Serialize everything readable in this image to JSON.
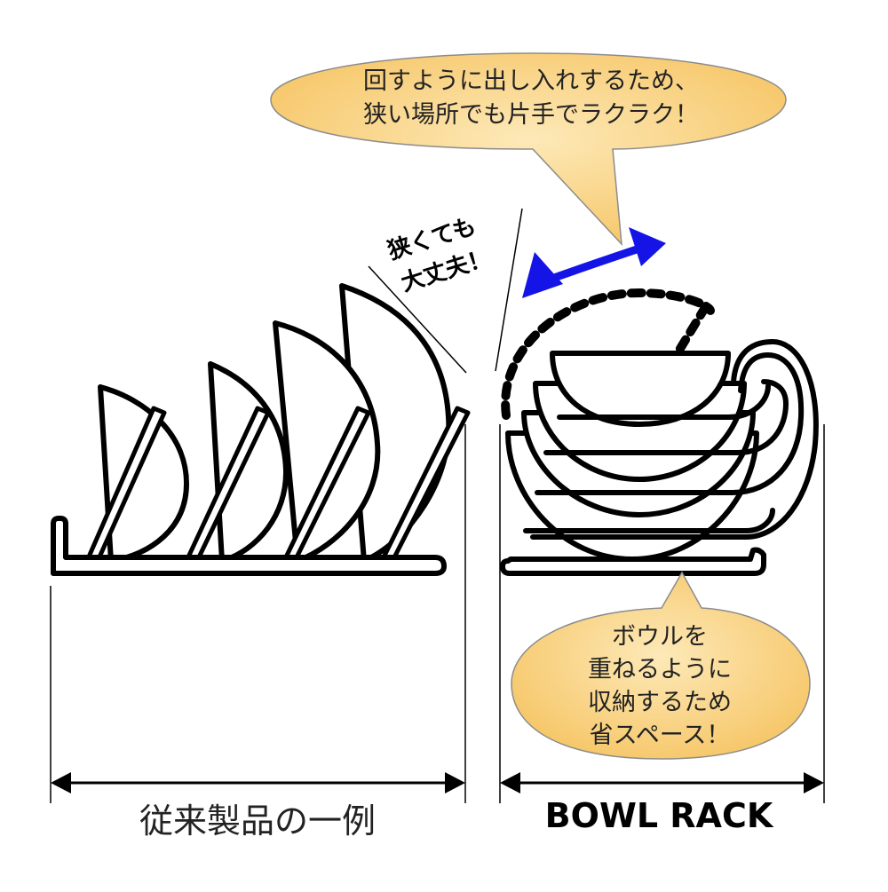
{
  "callout_top": {
    "line1": "回すように出し入れするため、",
    "line2": "狭い場所でも片手でラクラク！"
  },
  "narrow_label": {
    "line1": "狭くても",
    "line2": "大丈夫！"
  },
  "callout_bottom": {
    "line1": "ボウルを",
    "line2": "重ねるように",
    "line3": "収納するため",
    "line4": "省スペース！"
  },
  "conventional_label": "従来製品の一例",
  "product_label": "BOWL RACK",
  "colors": {
    "callout_fill": "#f8cc6e",
    "arrow_blue": "#1414e6",
    "line": "#000000"
  }
}
